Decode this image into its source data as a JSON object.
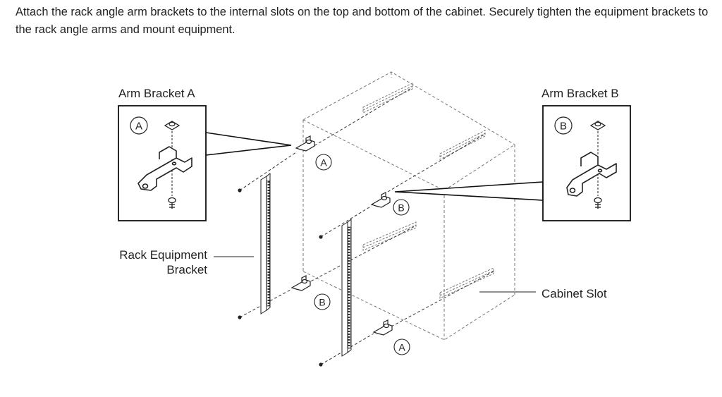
{
  "instructions": "Attach the rack angle arm brackets to the internal slots on the top and bottom of the cabinet. Securely tighten the equipment brackets to the rack angle arms and mount equipment.",
  "labels": {
    "arm_bracket_a": "Arm Bracket A",
    "arm_bracket_b": "Arm Bracket B",
    "rack_equipment_bracket_line1": "Rack Equipment",
    "rack_equipment_bracket_line2": "Bracket",
    "cabinet_slot": "Cabinet Slot"
  },
  "callouts": {
    "a": "A",
    "b": "B"
  }
}
